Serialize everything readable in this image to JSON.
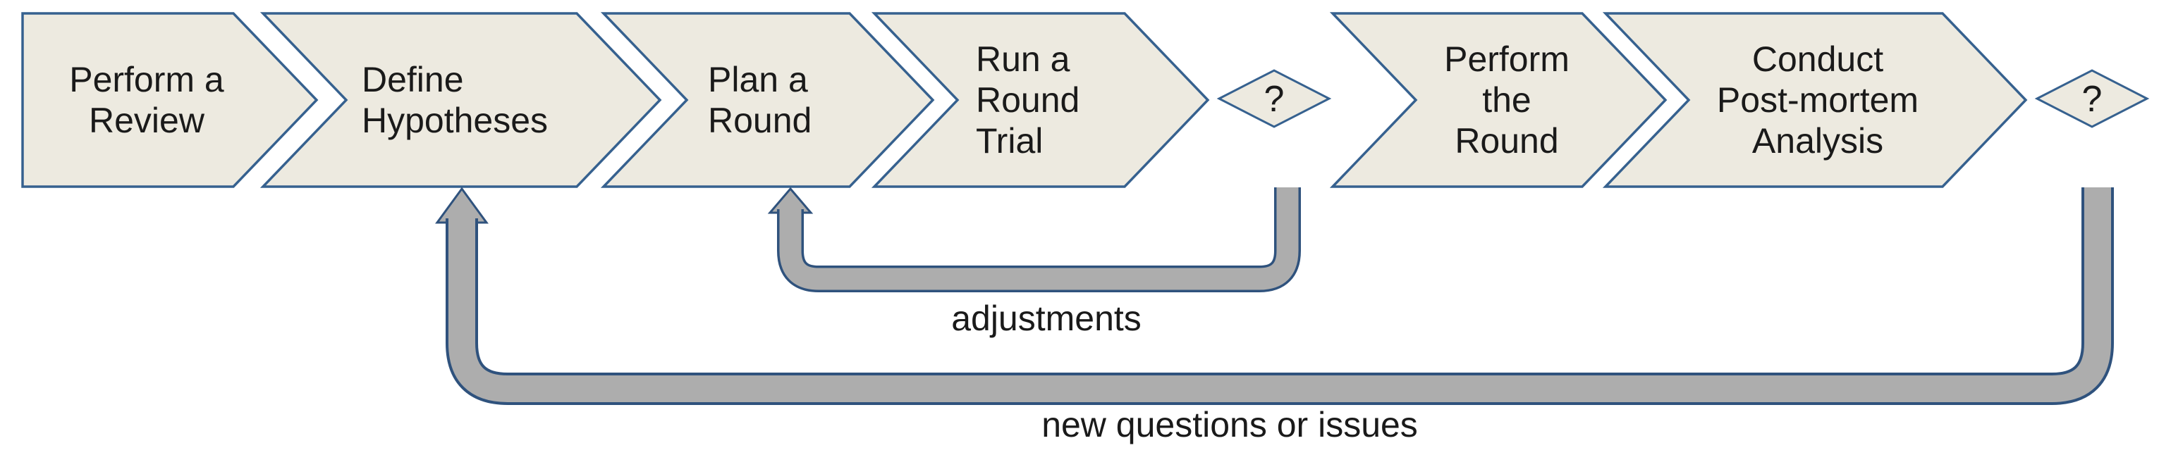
{
  "diagram": {
    "steps": [
      {
        "type": "process",
        "label": "Perform a\nReview"
      },
      {
        "type": "process",
        "label": "Define\nHypotheses"
      },
      {
        "type": "process",
        "label": "Plan a\nRound"
      },
      {
        "type": "process",
        "label": "Run a\nRound\nTrial"
      },
      {
        "type": "decision",
        "label": "?"
      },
      {
        "type": "process",
        "label": "Perform\nthe\nRound"
      },
      {
        "type": "process",
        "label": "Conduct\nPost-mortem\nAnalysis"
      },
      {
        "type": "decision",
        "label": "?"
      }
    ],
    "feedback_loops": [
      {
        "label": "adjustments",
        "from": "decision after Run a Round Trial",
        "to": "Plan a Round"
      },
      {
        "label": "new questions or issues",
        "from": "final decision",
        "to": "Define Hypotheses"
      }
    ]
  },
  "colors": {
    "chevron_fill": "#EDEAE0",
    "chevron_border": "#36618F",
    "connector_fill": "#ADADAD",
    "connector_border": "#2F527D",
    "text": "#1A1A1A",
    "background": "#FFFFFF"
  }
}
